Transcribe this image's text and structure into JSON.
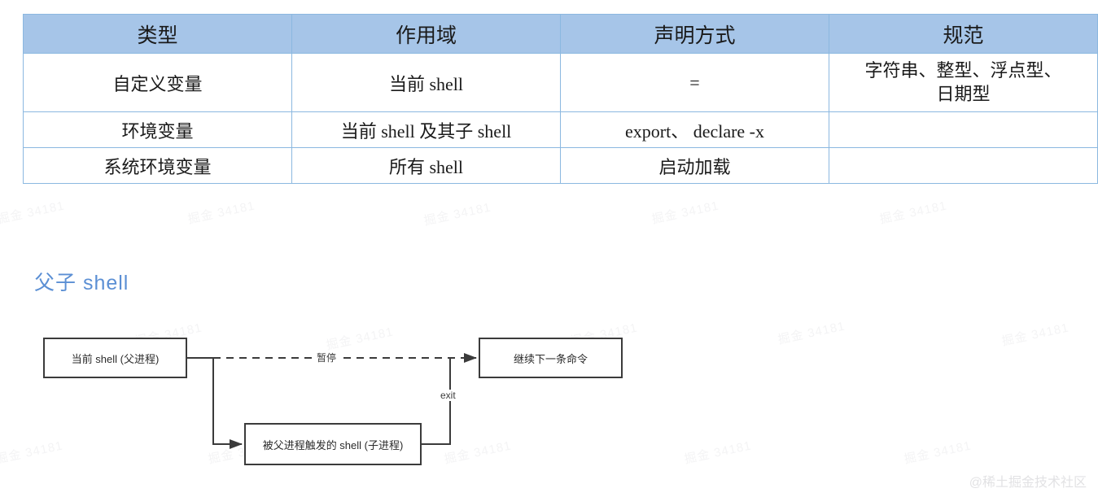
{
  "table": {
    "headers": [
      "类型",
      "作用域",
      "声明方式",
      "规范"
    ],
    "rows": [
      {
        "type": "自定义变量",
        "scope": "当前 shell",
        "declaration": "=",
        "spec_line1": "字符串、整型、浮点型、",
        "spec_line2": "日期型"
      },
      {
        "type": "环境变量",
        "scope": "当前 shell 及其子 shell",
        "declaration": "export、 declare -x",
        "spec_line1": "",
        "spec_line2": ""
      },
      {
        "type": "系统环境变量",
        "scope": "所有 shell",
        "declaration": "启动加载",
        "spec_line1": "",
        "spec_line2": ""
      }
    ]
  },
  "section": {
    "heading": "父子 shell"
  },
  "diagram": {
    "nodes": {
      "parent_shell": "当前 shell (父进程)",
      "next_command": "继续下一条命令",
      "child_shell": "被父进程触发的 shell (子进程)"
    },
    "edges": {
      "pause": "暂停",
      "exit": "exit"
    }
  },
  "watermarks": {
    "site": "@稀土掘金技术社区",
    "tile": "掘金 34181"
  },
  "colors": {
    "header_fill": "#a6c5e8",
    "table_border": "#8bb8e0",
    "heading_text": "#5b8fd4",
    "node_border": "#3b3b3b"
  }
}
